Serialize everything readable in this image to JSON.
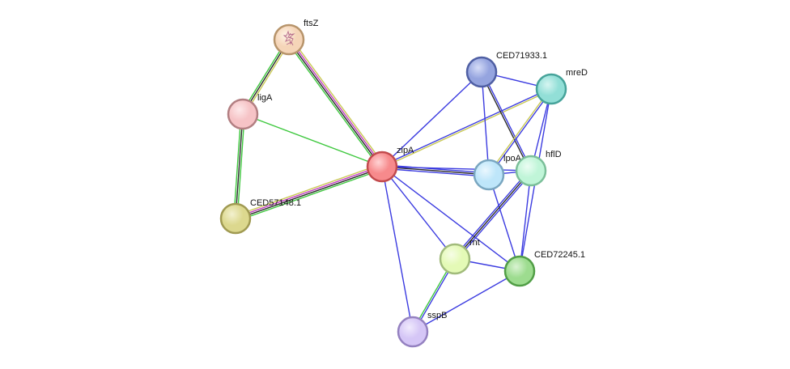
{
  "nodes": [
    {
      "id": "zipA",
      "label": "zipA",
      "fill": "#f78a8c",
      "stroke": "#c24a4d",
      "highlight": "#ffd3d4",
      "query": true
    },
    {
      "id": "ftsZ",
      "label": "ftsZ",
      "fill": "#f5d5b8",
      "stroke": "#b7946b",
      "highlight": "#fff3e6",
      "icon": "protein-structure-icon"
    },
    {
      "id": "ligA",
      "label": "ligA",
      "fill": "#f6c3c6",
      "stroke": "#b27f82",
      "highlight": "#fde8e9"
    },
    {
      "id": "CED57148.1",
      "label": "CED57148.1",
      "fill": "#dcd88e",
      "stroke": "#a09a52",
      "highlight": "#f3f1cf"
    },
    {
      "id": "CED71933.1",
      "label": "CED71933.1",
      "fill": "#95a4df",
      "stroke": "#4f5fa3",
      "highlight": "#d5dcf7"
    },
    {
      "id": "mreD",
      "label": "mreD",
      "fill": "#92dfd7",
      "stroke": "#46a39a",
      "highlight": "#d6f5f1"
    },
    {
      "id": "lpoA",
      "label": "lpoA",
      "fill": "#bee6fa",
      "stroke": "#79a6c0",
      "highlight": "#eaf7fe"
    },
    {
      "id": "hflD",
      "label": "hflD",
      "fill": "#c0f5d8",
      "stroke": "#7bbf99",
      "highlight": "#ebfdf3"
    },
    {
      "id": "rnt",
      "label": "rnt",
      "fill": "#e4fab6",
      "stroke": "#a1bb7b",
      "highlight": "#f6fde6"
    },
    {
      "id": "CED72245.1",
      "label": "CED72245.1",
      "fill": "#9ddc8f",
      "stroke": "#519e46",
      "highlight": "#d9f3d2"
    },
    {
      "id": "sspB",
      "label": "sspB",
      "fill": "#d5c6f6",
      "stroke": "#9481c0",
      "highlight": "#f0eafd"
    }
  ],
  "edges": [
    {
      "source": "zipA",
      "target": "ftsZ",
      "evidence": [
        "#3ec83e",
        "#2a2a2a",
        "#c23ec2",
        "#c9c954"
      ]
    },
    {
      "source": "zipA",
      "target": "ligA",
      "evidence": [
        "#3ec83e"
      ]
    },
    {
      "source": "zipA",
      "target": "CED57148.1",
      "evidence": [
        "#3ec83e",
        "#2a2a2a",
        "#c23ec2",
        "#c9c954"
      ]
    },
    {
      "source": "ligA",
      "target": "ftsZ",
      "evidence": [
        "#3ec83e",
        "#2a2a2a",
        "#c9c954"
      ]
    },
    {
      "source": "ligA",
      "target": "CED57148.1",
      "evidence": [
        "#3ec83e",
        "#2a2a2a",
        "#3ec83e"
      ]
    },
    {
      "source": "zipA",
      "target": "CED71933.1",
      "evidence": [
        "#3b3be0"
      ]
    },
    {
      "source": "zipA",
      "target": "mreD",
      "evidence": [
        "#3b3be0",
        "#c9c954"
      ]
    },
    {
      "source": "zipA",
      "target": "lpoA",
      "evidence": [
        "#3b3be0",
        "#2a2a2a",
        "#3b3be0"
      ]
    },
    {
      "source": "zipA",
      "target": "hflD",
      "evidence": [
        "#3b3be0"
      ]
    },
    {
      "source": "zipA",
      "target": "rnt",
      "evidence": [
        "#3b3be0"
      ]
    },
    {
      "source": "zipA",
      "target": "CED72245.1",
      "evidence": [
        "#3b3be0"
      ]
    },
    {
      "source": "zipA",
      "target": "sspB",
      "evidence": [
        "#3b3be0"
      ]
    },
    {
      "source": "CED71933.1",
      "target": "mreD",
      "evidence": [
        "#3b3be0"
      ]
    },
    {
      "source": "CED71933.1",
      "target": "lpoA",
      "evidence": [
        "#3b3be0"
      ]
    },
    {
      "source": "CED71933.1",
      "target": "hflD",
      "evidence": [
        "#3b3be0",
        "#2a2a2a"
      ]
    },
    {
      "source": "mreD",
      "target": "lpoA",
      "evidence": [
        "#3b3be0",
        "#c9c954"
      ]
    },
    {
      "source": "mreD",
      "target": "hflD",
      "evidence": [
        "#3b3be0"
      ]
    },
    {
      "source": "mreD",
      "target": "CED72245.1",
      "evidence": [
        "#3b3be0"
      ]
    },
    {
      "source": "lpoA",
      "target": "hflD",
      "evidence": [
        "#3b3be0"
      ]
    },
    {
      "source": "lpoA",
      "target": "CED72245.1",
      "evidence": [
        "#3b3be0"
      ]
    },
    {
      "source": "hflD",
      "target": "rnt",
      "evidence": [
        "#3b3be0",
        "#2a2a2a",
        "#3b3be0"
      ]
    },
    {
      "source": "hflD",
      "target": "CED72245.1",
      "evidence": [
        "#3b3be0"
      ]
    },
    {
      "source": "rnt",
      "target": "CED72245.1",
      "evidence": [
        "#3b3be0"
      ]
    },
    {
      "source": "rnt",
      "target": "sspB",
      "evidence": [
        "#3b3be0",
        "#3ec83e"
      ]
    },
    {
      "source": "CED72245.1",
      "target": "sspB",
      "evidence": [
        "#3b3be0"
      ]
    }
  ]
}
